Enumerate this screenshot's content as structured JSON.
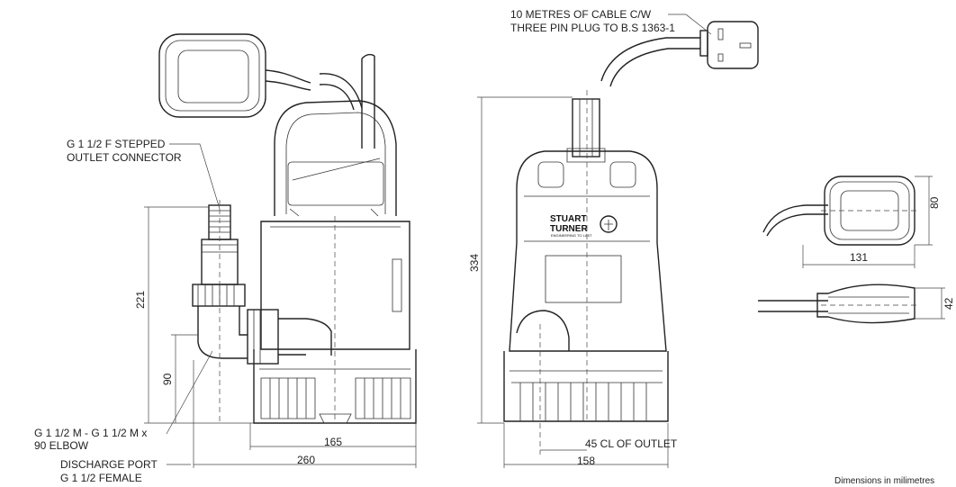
{
  "labels": {
    "outlet_connector_line1": "G 1 1/2 F STEPPED",
    "outlet_connector_line2": "OUTLET CONNECTOR",
    "cable_line1": "10 METRES OF CABLE C/W",
    "cable_line2": "THREE PIN PLUG TO B.S 1363-1",
    "elbow_line1": "G 1 1/2 M - G 1 1/2 M x",
    "elbow_line2": "90 ELBOW",
    "port_line1": "DISCHARGE PORT",
    "port_line2": "G 1 1/2  FEMALE",
    "cl_outlet": "45 CL OF OUTLET",
    "footnote": "Dimensions in milimetres"
  },
  "dimensions": {
    "side_total_width": "260",
    "side_base_width": "165",
    "side_outlet_height": "221",
    "side_elbow_height": "90",
    "front_height": "334",
    "front_width": "158",
    "float_length": "131",
    "float_height": "80",
    "float_thickness": "42"
  },
  "brand": {
    "name_line1": "STUART",
    "name_line2": "TURNER",
    "tagline": "ENGINEERING TO LAST"
  }
}
